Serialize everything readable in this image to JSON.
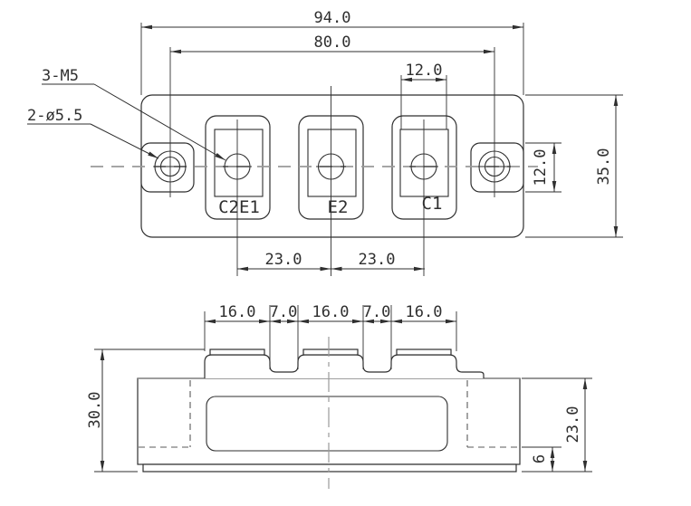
{
  "drawing": {
    "top_view": {
      "dim_overall_width": "94.0",
      "dim_hole_spacing": "80.0",
      "dim_terminal_window_width": "12.0",
      "dim_tab_height": "12.0",
      "dim_overall_height": "35.0",
      "dim_pitch_left": "23.0",
      "dim_pitch_right": "23.0",
      "label_terminal_thread": "3-M5",
      "label_mounting_holes": "2-ø5.5",
      "terminals": [
        {
          "label": "C2E1"
        },
        {
          "label": "E2"
        },
        {
          "label": "C1"
        }
      ]
    },
    "side_view": {
      "dim_block_1": "16.0",
      "dim_gap_1": "7.0",
      "dim_block_2": "16.0",
      "dim_gap_2": "7.0",
      "dim_block_3": "16.0",
      "dim_total_height": "30.0",
      "dim_case_height": "23.0",
      "dim_base_height": "6"
    },
    "colors": {
      "line": "#2f2f2f",
      "centerline": "#9a9a9a",
      "hidden_line": "#5a5a5a",
      "background": "#ffffff"
    }
  }
}
